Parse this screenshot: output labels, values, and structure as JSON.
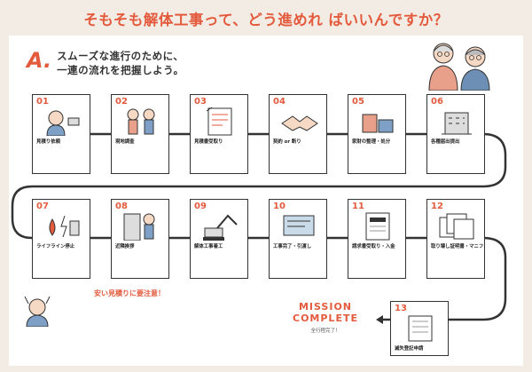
{
  "title": "そもそも解体工事って、どう進めれ ばいいんですか？",
  "answer": {
    "letter": "A.",
    "line1": "スムーズな進行のために、",
    "line2": "一連の流れを把握しよう。"
  },
  "intro": "",
  "colors": {
    "accent": "#e35a3d",
    "ink": "#333333",
    "background": "#f3ece4"
  },
  "steps": [
    {
      "num": "01",
      "label": "見積り依頼",
      "icon": "phone-call-icon",
      "desc": ""
    },
    {
      "num": "02",
      "label": "現地調査",
      "icon": "site-survey-icon",
      "desc": ""
    },
    {
      "num": "03",
      "label": "見積書受取り",
      "icon": "estimate-document-icon",
      "desc": ""
    },
    {
      "num": "04",
      "label": "契約 or 断り",
      "icon": "handshake-icon",
      "desc": ""
    },
    {
      "num": "05",
      "label": "家財の整理・処分",
      "icon": "household-items-icon",
      "desc": ""
    },
    {
      "num": "06",
      "label": "各種届出提出",
      "icon": "government-office-icon",
      "desc": ""
    },
    {
      "num": "07",
      "label": "ライフライン停止",
      "icon": "utilities-icon",
      "desc": ""
    },
    {
      "num": "08",
      "label": "近隣挨拶",
      "icon": "neighbor-greeting-icon",
      "desc": ""
    },
    {
      "num": "09",
      "label": "解体工事着工",
      "icon": "excavator-icon",
      "desc": ""
    },
    {
      "num": "10",
      "label": "工事完了・引渡し",
      "icon": "blueprint-handover-icon",
      "desc": ""
    },
    {
      "num": "11",
      "label": "請求書受取り・入金",
      "icon": "invoice-icon",
      "desc": ""
    },
    {
      "num": "12",
      "label": "取り壊し証明書・マニフェスト発行",
      "icon": "certificates-icon",
      "desc": ""
    },
    {
      "num": "13",
      "label": "滅失登記申請",
      "icon": "registration-form-icon",
      "desc": ""
    }
  ],
  "warning": {
    "title": "安い見積りに要注意！",
    "body": ""
  },
  "mission": {
    "line1": "MISSION",
    "line2": "COMPLETE",
    "sub": "全行程完了！"
  }
}
